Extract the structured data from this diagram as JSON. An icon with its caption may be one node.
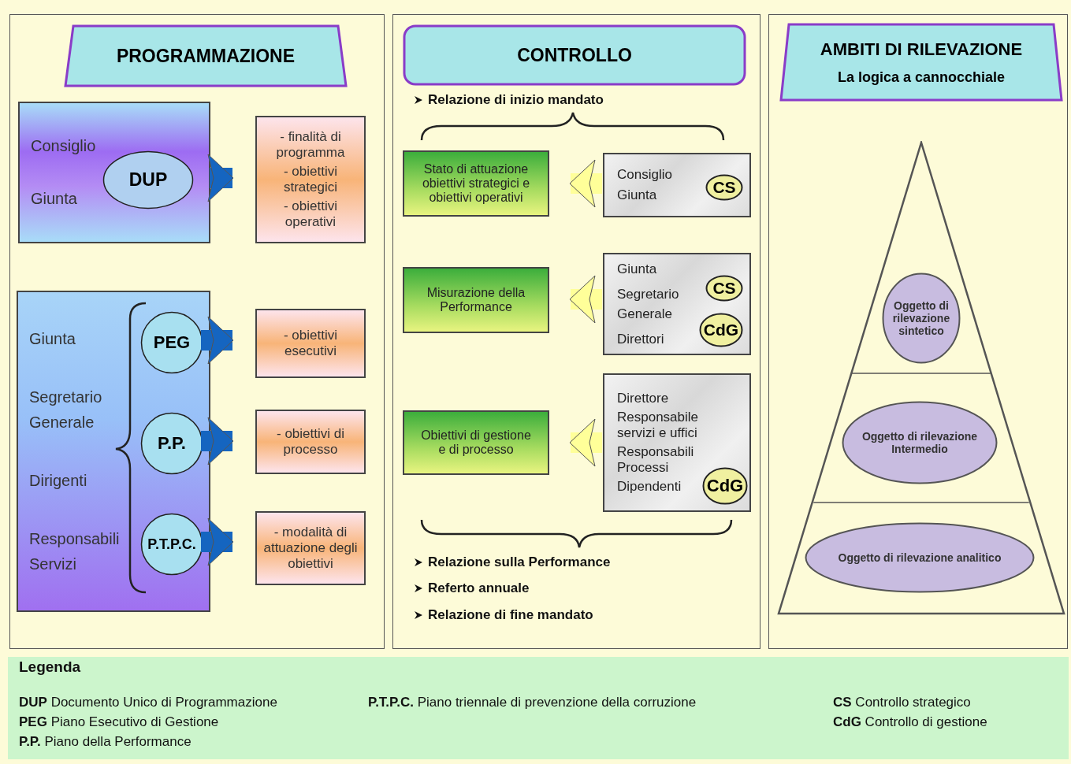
{
  "diagram": {
    "nodes": [
      {
        "text": [],
        "shape": "box"
      },
      {
        "text": [
          "PROGRAMMAZIONE"
        ],
        "in": 0
      },
      {
        "text": [
          "Consiglio",
          "Giunta"
        ],
        "in": 0
      },
      {
        "text": [
          "DUP"
        ],
        "in": 2
      },
      {
        "text": [
          "- finalità di programma",
          "- obiettivi strategici",
          "- obiettivi operativi"
        ],
        "in": 0
      },
      {
        "text": [
          "Giunta",
          "Segretario Generale",
          "Dirigenti",
          "Responsabili Servizi"
        ],
        "in": 0
      },
      {
        "text": [
          "PEG"
        ],
        "in": 5
      },
      {
        "text": [
          "P.P."
        ],
        "in": 5
      },
      {
        "text": [
          "P.T.P.C."
        ],
        "in": 5
      },
      {
        "text": [
          "- obiettivi esecutivi"
        ],
        "in": 0
      },
      {
        "text": [
          "- obiettivi di processo"
        ],
        "in": 0
      },
      {
        "text": [
          "- modalità di attuazione degli obiettivi"
        ],
        "in": 0
      },
      {
        "text": [],
        "shape": "box"
      },
      {
        "text": [
          "CONTROLLO"
        ],
        "in": 12
      },
      {
        "text": [
          "Stato di attuazione obiettivi strategici e obiettivi operativi"
        ],
        "in": 12
      },
      {
        "text": [
          "Consiglio",
          "Giunta"
        ],
        "in": 12
      },
      {
        "text": [
          "CS"
        ],
        "in": 15
      },
      {
        "text": [
          "Misurazione della Performance"
        ],
        "in": 12
      },
      {
        "text": [
          "Giunta",
          "Segretario Generale",
          "Direttori"
        ],
        "in": 12
      },
      {
        "text": [
          "CS"
        ],
        "in": 18
      },
      {
        "text": [
          "CdG"
        ],
        "in": 18
      },
      {
        "text": [
          "Obiettivi di gestione e di processo"
        ],
        "in": 12
      },
      {
        "text": [
          "Direttore",
          "Responsabile servizi e uffici",
          "Responsabili Processi",
          "Dipendenti"
        ],
        "in": 12
      },
      {
        "text": [
          "CdG"
        ],
        "in": 22
      },
      {
        "text": [],
        "shape": "box"
      },
      {
        "text": [
          "AMBITI DI RILEVAZIONE",
          "La logica a cannocchiale"
        ],
        "in": 24
      },
      {
        "text": [],
        "shape": "triangle",
        "in": 24
      },
      {
        "text": [
          "Oggetto di rilevazione sintetico"
        ],
        "in": 26
      },
      {
        "text": [
          "Oggetto di rilevazione Intermedio"
        ],
        "in": 26
      },
      {
        "text": [
          "Oggetto di rilevazione analitico"
        ],
        "in": 26
      }
    ],
    "edges": [
      {
        "from": 2,
        "to": 4,
        "arrow": "to",
        "color": "#1565c0"
      },
      {
        "from": 6,
        "to": 9,
        "arrow": "to",
        "color": "#1565c0"
      },
      {
        "from": 7,
        "to": 10,
        "arrow": "to",
        "color": "#1565c0"
      },
      {
        "from": 8,
        "to": 11,
        "arrow": "to",
        "color": "#1565c0"
      },
      {
        "from": 15,
        "to": 14,
        "arrow": "to",
        "color": "#ffff99"
      },
      {
        "from": 18,
        "to": 17,
        "arrow": "to",
        "color": "#ffff99"
      },
      {
        "from": 22,
        "to": 21,
        "arrow": "to",
        "color": "#ffff99"
      }
    ],
    "labels": [
      "Relazione di inizio mandato",
      "Relazione sulla Performance",
      "Referto annuale",
      "Relazione di fine mandato",
      "Legenda",
      "**DUP** Documento Unico di Programmazione",
      "**P.T.P.C.** Piano triennale di prevenzione della corruzione",
      "**CS** Controllo strategico",
      "**PEG** Piano Esecutivo di Gestione",
      "**CdG** Controllo di gestione",
      "**P.P.** Piano della Performance"
    ]
  }
}
